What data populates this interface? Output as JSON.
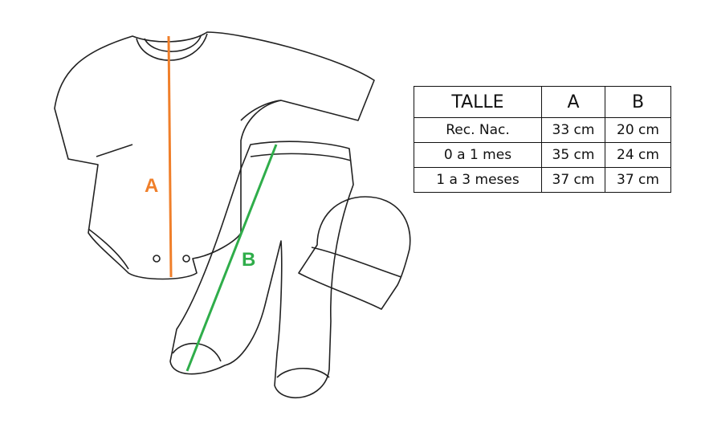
{
  "labels": {
    "a": "A",
    "b": "B"
  },
  "colors": {
    "a_line": "#f07f2a",
    "b_line": "#2fad4a"
  },
  "table": {
    "headers": [
      "TALLE",
      "A",
      "B"
    ],
    "rows": [
      [
        "Rec. Nac.",
        "33 cm",
        "20 cm"
      ],
      [
        "0 a 1 mes",
        "35 cm",
        "24 cm"
      ],
      [
        "1 a 3 meses",
        "37 cm",
        "37 cm"
      ]
    ]
  }
}
